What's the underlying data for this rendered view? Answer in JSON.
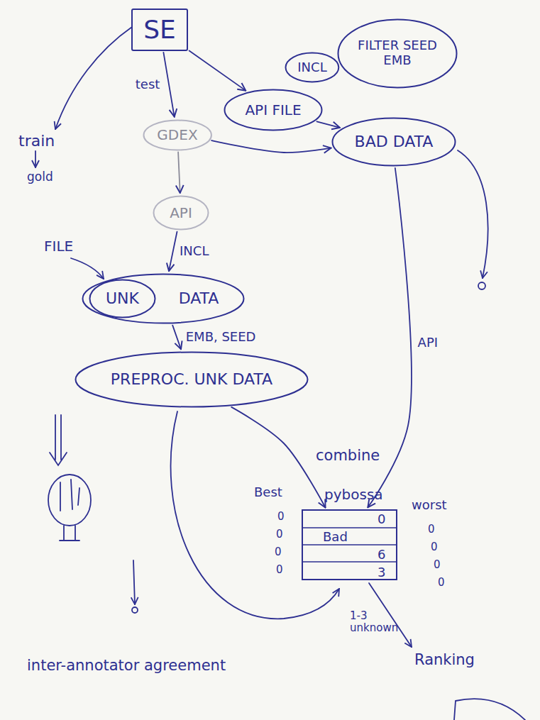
{
  "diagram": {
    "nodes": [
      {
        "text": [
          "SE"
        ]
      },
      {
        "text": [
          "API FILE"
        ]
      },
      {
        "text": [
          "INCL"
        ]
      },
      {
        "text": [
          "FILTER SEED EMB"
        ]
      },
      {
        "text": [
          "GDEX"
        ]
      },
      {
        "text": [
          "BAD DATA"
        ]
      },
      {
        "text": [
          "API"
        ]
      },
      {
        "text": [
          "DATA"
        ]
      },
      {
        "text": [
          "UNK"
        ],
        "in": 7
      },
      {
        "text": [
          "PREPROC. UNK DATA"
        ]
      },
      {
        "text": [
          "pybossa",
          "Bad",
          "0",
          "6",
          "3"
        ]
      }
    ],
    "edges": [
      {
        "from": 0,
        "to": 4,
        "label": "test",
        "arrow": "to"
      },
      {
        "from": 0,
        "to": 1,
        "arrow": "to"
      },
      {
        "from": 4,
        "to": 5,
        "arrow": "to"
      },
      {
        "from": 1,
        "to": 5,
        "arrow": "to"
      },
      {
        "from": 4,
        "to": 6,
        "arrow": "to"
      },
      {
        "from": 6,
        "to": 7,
        "label": "INCL",
        "arrow": "to"
      },
      {
        "from": 7,
        "to": 9,
        "label": "EMB, SEED",
        "arrow": "to"
      },
      {
        "from": 9,
        "to": 10,
        "arrow": "to"
      },
      {
        "from": 5,
        "to": 10,
        "label": "API",
        "arrow": "to"
      }
    ],
    "labels": [
      "train",
      "gold",
      "FILE",
      "combine",
      "Best",
      "0",
      "0",
      "0",
      "0",
      "worst",
      "0",
      "0",
      "0",
      "0",
      "1-3 unknown",
      "inter-annotator agreement",
      "Ranking"
    ]
  }
}
